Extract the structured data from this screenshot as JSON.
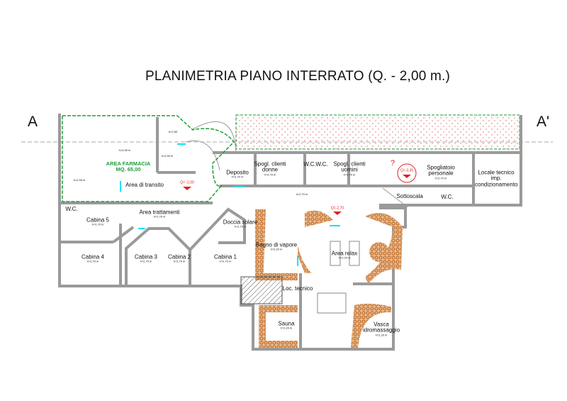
{
  "title": "PLANIMETRIA PIANO INTERRATO (Q. - 2,00 m.)",
  "section_markers": {
    "left": "A",
    "right": "A'"
  },
  "colors": {
    "walls": "#9a9a9a",
    "pharmacy_border": "#1e9e3a",
    "door_marks": "#00e5ff",
    "level_markers": "#e02020",
    "stone_texture": "#c8752a"
  },
  "pharmacy": {
    "name": "AREA FARMACIA",
    "area": "MQ. 65,00"
  },
  "levels": {
    "transit": "Q= -2,00",
    "staff": "Q=-3,35",
    "spa": "Q=-2,70",
    "question_mark": "?"
  },
  "rooms": [
    {
      "name": "h=2,50",
      "height": ""
    },
    {
      "name": "",
      "height": "h=2,50 m"
    },
    {
      "name": "",
      "height": "h=2,50 m"
    },
    {
      "name": "",
      "height": "h=2,50 m"
    },
    {
      "name": "Area di transito",
      "height": ""
    },
    {
      "name": "Deposito",
      "height": "h=2,70 m"
    },
    {
      "name": "Spogl. clienti donne",
      "height": "h=2,70 m"
    },
    {
      "name": "W.C.",
      "height": ""
    },
    {
      "name": "W.C.",
      "height": ""
    },
    {
      "name": "Spogl. clienti uomini",
      "height": "h=2,70 m"
    },
    {
      "name": "Spogliatoio personale",
      "height": "h=2,70 m"
    },
    {
      "name": "Locale tecnico imp. condizionamento",
      "height": ""
    },
    {
      "name": "",
      "height": "h=2,70 m"
    },
    {
      "name": "Sottoscala",
      "height": ""
    },
    {
      "name": "W.C.",
      "height": ""
    },
    {
      "name": "W.C.",
      "height": ""
    },
    {
      "name": "Cabina 5",
      "height": "h=2,70 m"
    },
    {
      "name": "Area trattamenti",
      "height": "h=2,70 m"
    },
    {
      "name": "Doccia solare",
      "height": "h=2,70 m"
    },
    {
      "name": "Cabina 4",
      "height": "h=2,70 m"
    },
    {
      "name": "Cabina 3",
      "height": "h=2,70 m"
    },
    {
      "name": "Cabina 2",
      "height": "h=2,70 m"
    },
    {
      "name": "Cabina 1",
      "height": "h=2,70 m"
    },
    {
      "name": "Bagno di vapore",
      "height": "h=2,20 m"
    },
    {
      "name": "Area relax",
      "height": "h=2,20 m"
    },
    {
      "name": "Loc. tecnico",
      "height": ""
    },
    {
      "name": "Sauna",
      "height": "h=2,20 m"
    },
    {
      "name": "Vasca idromassaggio",
      "height": "h=2,20 m"
    }
  ]
}
